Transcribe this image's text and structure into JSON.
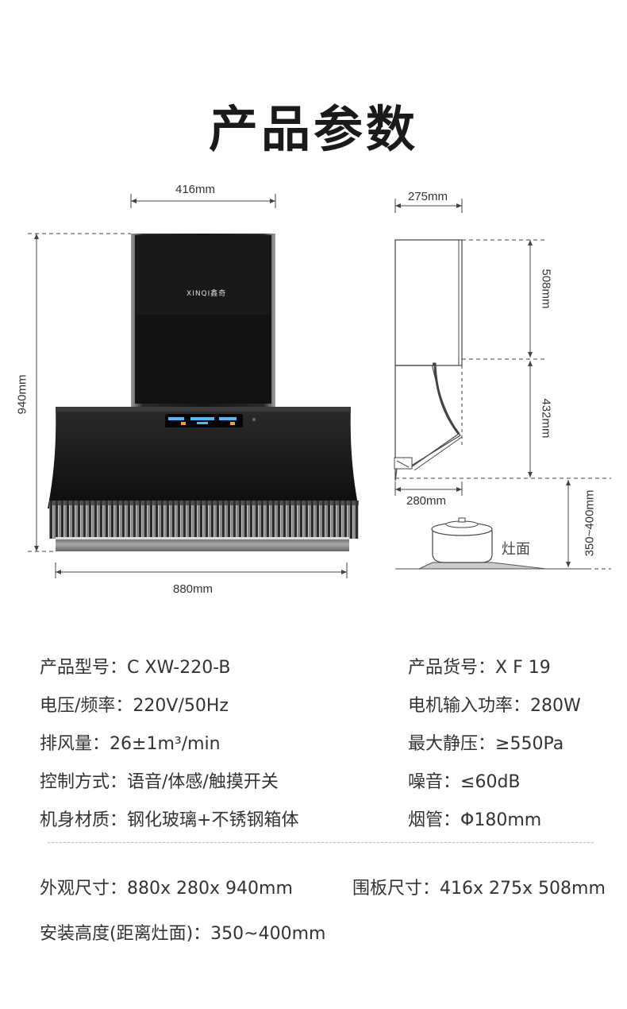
{
  "page": {
    "title": "产品参数"
  },
  "drawing": {
    "front": {
      "width_label": "416mm",
      "height_label": "940mm",
      "base_width_label": "880mm",
      "logo_text": "XINQI鑫奇"
    },
    "side": {
      "top_width_label": "275mm",
      "upper_height_label": "508mm",
      "lower_height_label": "432mm",
      "bottom_width_label": "280mm",
      "install_height_label": "350~400mm",
      "stove_label": "灶面"
    }
  },
  "specs": {
    "model": {
      "label": "产品型号：",
      "value": "C XW-220-B"
    },
    "item_no": {
      "label": "产品货号：",
      "value": "X F 19"
    },
    "voltage": {
      "label": "电压/频率：",
      "value": "220V/50Hz"
    },
    "motor_power": {
      "label": "电机输入功率：",
      "value": "280W"
    },
    "airflow": {
      "label": "排风量：",
      "value": "26±1m³/min"
    },
    "max_pressure": {
      "label": "最大静压：",
      "value": "≥550Pa"
    },
    "control": {
      "label": "控制方式：",
      "value": "语音/体感/触摸开关"
    },
    "noise": {
      "label": "噪音：",
      "value": "≤60dB"
    },
    "material": {
      "label": "机身材质：",
      "value": "钢化玻璃+不锈钢箱体"
    },
    "duct": {
      "label": "烟管：",
      "value": "Φ180mm"
    },
    "outer_size": {
      "label": "外观尺寸：",
      "value": "880x 280x 940mm"
    },
    "panel_size": {
      "label": "围板尺寸：",
      "value": "416x 275x 508mm"
    },
    "install_height": {
      "label": "安装高度(距离灶面)：",
      "value": "350~400mm"
    }
  }
}
